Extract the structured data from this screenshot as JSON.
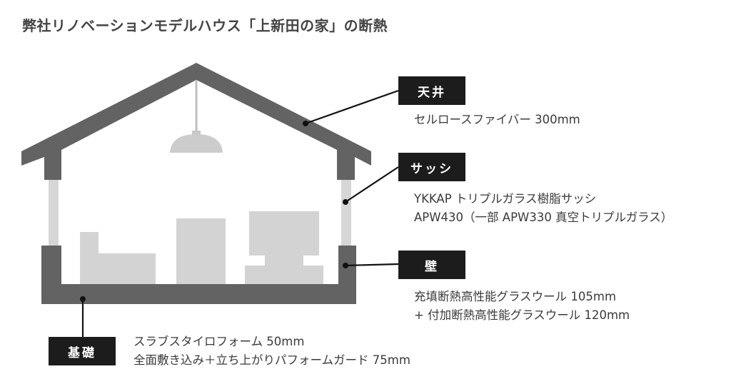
{
  "title": "弊社リノベーションモデルハウス「上新田の家」の断熱",
  "labels": {
    "ceiling": "天井",
    "sash": "サッシ",
    "wall": "壁",
    "foundation": "基礎"
  },
  "descriptions": {
    "ceiling": [
      "セルロースファイバー 300mm"
    ],
    "sash": [
      "YKKAP トリプルガラス樹脂サッシ",
      "APW430（一部 APW330 真空トリプルガラス）"
    ],
    "wall": [
      "充填断熱高性能グラスウール 105mm",
      "+ 付加断熱高性能グラスウール 120mm"
    ],
    "foundation": [
      "スラブスタイロフォーム 50mm",
      "全面敷き込み＋立ち上がりパフォームガード 75mm"
    ]
  }
}
